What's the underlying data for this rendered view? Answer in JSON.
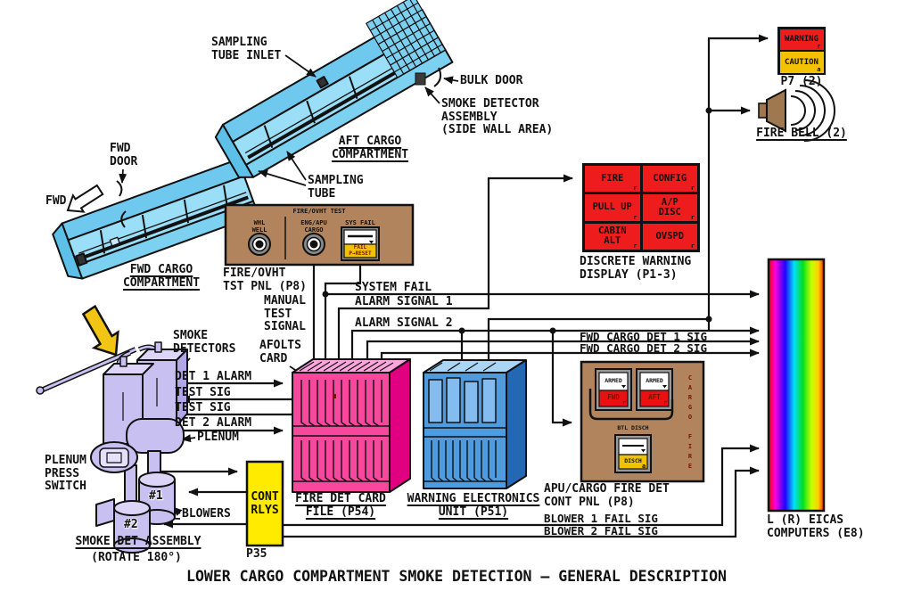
{
  "title": "LOWER CARGO COMPARTMENT SMOKE DETECTION — GENERAL DESCRIPTION",
  "compartments": {
    "fwd": {
      "label": "FWD CARGO\nCOMPARTMENT",
      "door_label": "FWD\nDOOR",
      "direction_label": "FWD"
    },
    "aft": {
      "label": "AFT CARGO\nCOMPARTMENT",
      "bulk_door_label": "BULK DOOR",
      "wall_detector_label": "SMOKE DETECTOR\nASSEMBLY\n(SIDE WALL AREA)",
      "sampling_tube_label": "SAMPLING\nTUBE",
      "sampling_tube_inlet_label": "SAMPLING\nTUBE INLET"
    }
  },
  "fire_ovht_panel": {
    "title": "FIRE/OVHT TEST",
    "whl_well": "WHL\nWELL",
    "eng_apu_cargo": "ENG/APU\nCARGO",
    "sys_fail": "SYS FAIL",
    "fail_legend": "FAIL\nP→RESET",
    "label": "FIRE/OVHT\nTST PNL (P8)"
  },
  "signals": {
    "manual_test": "MANUAL\nTEST\nSIGNAL",
    "system_fail": "SYSTEM FAIL",
    "alarm_1": "ALARM SIGNAL 1",
    "alarm_2": "ALARM SIGNAL 2",
    "fwd_det_1": "FWD CARGO DET 1 SIG",
    "fwd_det_2": "FWD CARGO DET 2 SIG",
    "det_1_alarm": "DET 1 ALARM",
    "test_sig_1": "TEST SIG",
    "test_sig_2": "TEST SIG",
    "det_2_alarm": "DET 2 ALARM",
    "blower_1_fail": "BLOWER 1 FAIL SIG",
    "blower_2_fail": "BLOWER 2 FAIL SIG"
  },
  "assembly": {
    "smoke_detectors": "SMOKE\nDETECTORS",
    "afolts_card": "AFOLTS\nCARD",
    "plenum": "PLENUM",
    "plenum_press_switch": "PLENUM\nPRESS\nSWITCH",
    "blower_1_tag": "#1",
    "blower_2_tag": "#2",
    "blowers": "BLOWERS",
    "label": "SMOKE DET ASSEMBLY",
    "sub_label": "(ROTATE 180°)"
  },
  "cont_rlys": {
    "label": "CONT\nRLYS",
    "panel_id": "P35"
  },
  "card_file": {
    "label": "FIRE DET CARD\nFILE (P54)"
  },
  "weu": {
    "label": "WARNING ELECTRONICS\nUNIT (P51)"
  },
  "discrete_display": {
    "label": "DISCRETE WARNING\nDISPLAY (P1-3)",
    "cells": [
      {
        "label": "FIRE",
        "sub": "r"
      },
      {
        "label": "CONFIG",
        "sub": "r"
      },
      {
        "label": "PULL UP",
        "sub": "r"
      },
      {
        "label": "A/P\nDISC",
        "sub": "r"
      },
      {
        "label": "CABIN\nALT",
        "sub": "r"
      },
      {
        "label": "OVSPD",
        "sub": "r"
      }
    ]
  },
  "p7": {
    "warning": "WARNING",
    "warning_sub": "r",
    "caution": "CAUTION",
    "caution_sub": "a",
    "label": "P7 (2)"
  },
  "fire_bell": {
    "label": "FIRE BELL (2)"
  },
  "apu_panel": {
    "armed_fwd": {
      "top": "ARMED",
      "bottom": "FWD",
      "sub": "r"
    },
    "armed_aft": {
      "top": "ARMED",
      "bottom": "AFT",
      "sub": "r"
    },
    "side_label": "CARGO FIRE",
    "btl_disch": "BTL DISCH",
    "disch": {
      "bottom": "DISCH",
      "sub": "a"
    },
    "label": "APU/CARGO FIRE DET\nCONT PNL (P8)"
  },
  "eicas": {
    "label": "L (R) EICAS\nCOMPUTERS (E8)"
  },
  "colors": {
    "compartment_blue": "#7CD1F1",
    "panel_brown": "#B1845E",
    "card_file_pink": "#F8489E",
    "weu_blue": "#4E9BE0",
    "assembly_lavender": "#C9C0F2",
    "relay_yellow": "#FFEB00",
    "warning_red": "#EE1C1C",
    "caution_amber": "#F2C200"
  }
}
